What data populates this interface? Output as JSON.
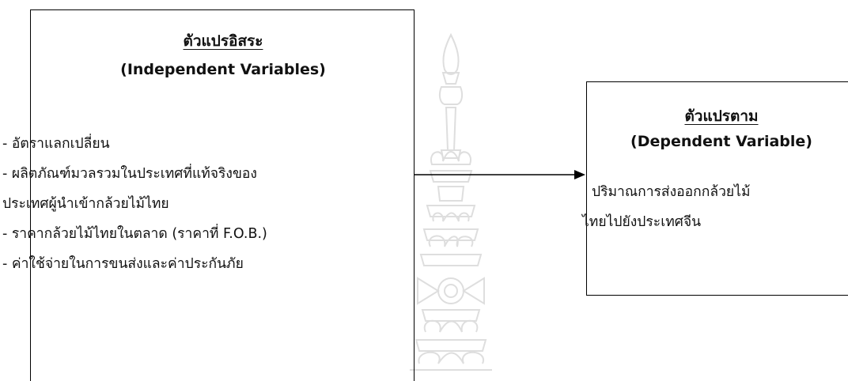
{
  "independent_box": {
    "title": "ตัวแปรอิสระ",
    "subtitle": "(Independent Variables)",
    "items": [
      "- อัตราแลกเปลี่ยน",
      "- ผลิตภัณฑ์มวลรวมในประเทศที่แท้จริงของ",
      "ประเทศผู้นำเข้ากล้วยไม้ไทย",
      "- ราคากล้วยไม้ไทยในตลาด (ราคาที่ F.O.B.)",
      "- ค่าใช้จ่ายในการขนส่งและค่าประกันภัย"
    ]
  },
  "dependent_box": {
    "title": "ตัวแปรตาม",
    "subtitle": "(Dependent Variable)",
    "items": [
      "ปริมาณการส่งออกกล้วยไม้",
      "ไทยไปยังประเทศจีน"
    ]
  },
  "colors": {
    "line": "#000000",
    "watermark": "#9a9a9a"
  }
}
